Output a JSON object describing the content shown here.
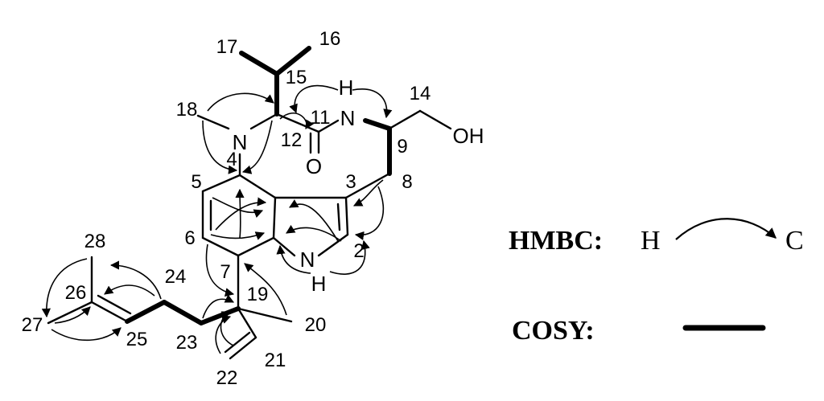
{
  "molecule": {
    "atoms": {
      "N_amine": "N",
      "N_amide": "N",
      "H_amide": "H",
      "O_carbonyl": "O",
      "OH": "OH",
      "N_indole": "N",
      "H_indole": "H"
    },
    "positions": {
      "p2": "2",
      "p3": "3",
      "p4": "4",
      "p5": "5",
      "p6": "6",
      "p7": "7",
      "p8": "8",
      "p9": "9",
      "p11": "11",
      "p12": "12",
      "p14": "14",
      "p15": "15",
      "p16": "16",
      "p17": "17",
      "p18": "18",
      "p19": "19",
      "p20": "20",
      "p21": "21",
      "p22": "22",
      "p23": "23",
      "p24": "24",
      "p25": "25",
      "p26": "26",
      "p27": "27",
      "p28": "28"
    }
  },
  "legend": {
    "hmbc_label": "HMBC:",
    "hmbc_from": "H",
    "hmbc_to": "C",
    "cosy_label": "COSY:"
  }
}
